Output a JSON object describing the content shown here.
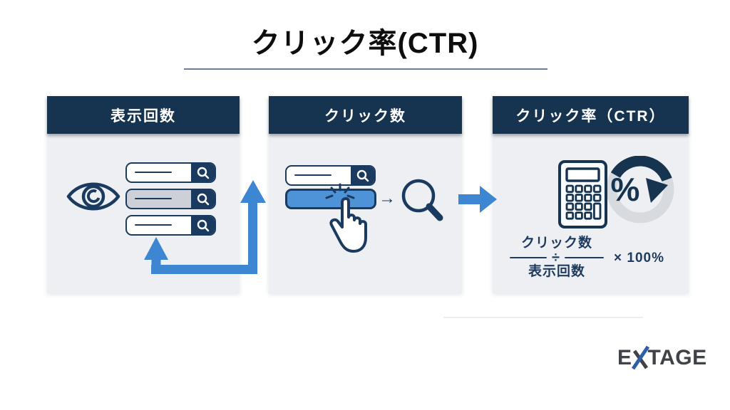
{
  "title": {
    "text": "クリック率(CTR)"
  },
  "panels": [
    {
      "id": "impressions",
      "header": "表示回数",
      "icons": [
        "eye-icon",
        "search-bar-icon",
        "search-bar-highlighted-icon",
        "search-bar-icon"
      ]
    },
    {
      "id": "clicks",
      "header": "クリック数",
      "arrow_glyph": "→",
      "icons": [
        "search-bar-icon",
        "clicked-search-bar-icon",
        "click-burst-icon",
        "hand-pointer-icon",
        "arrow-right-icon",
        "magnifier-icon"
      ]
    },
    {
      "id": "ctr",
      "header": "クリック率（CTR）",
      "percent_glyph": "%",
      "icons": [
        "calculator-icon",
        "percent-cycle-icon"
      ],
      "formula": {
        "numerator": "クリック数",
        "operator": "÷",
        "denominator": "表示回数",
        "multiplier": "× 100%"
      }
    }
  ],
  "flow_arrows": [
    "u-turn-up-arrow",
    "right-arrow"
  ],
  "logo": {
    "prefix": "E",
    "suffix": "TAGE"
  },
  "colors": {
    "header_navy": "#16334f",
    "icon_navy": "#1b3a5f",
    "arrow_blue": "#3d86d1",
    "clicked_bar_blue": "#4e92d8",
    "panel_background": "#edeff3",
    "ring_gray": "#d7dbe0",
    "logo_gray": "#3f4246",
    "logo_blue": "#2e5fa8",
    "title_underline": "#6e7f92"
  }
}
